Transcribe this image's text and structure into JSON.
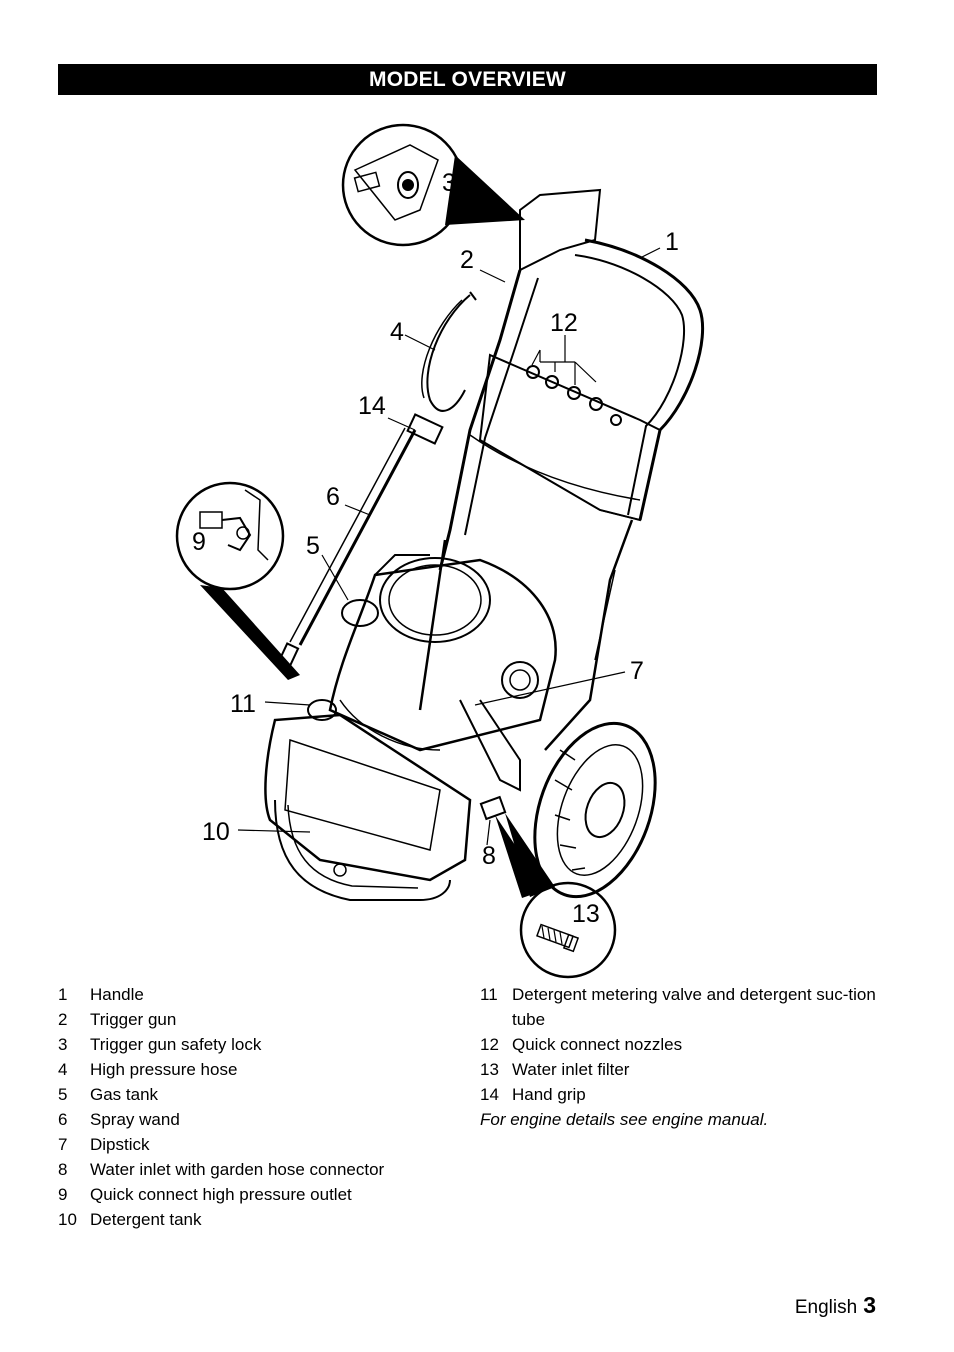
{
  "header": {
    "title": "MODEL OVERVIEW"
  },
  "callouts": [
    "1",
    "2",
    "3",
    "4",
    "5",
    "6",
    "7",
    "8",
    "9",
    "10",
    "11",
    "12",
    "13",
    "14"
  ],
  "parts_left": [
    {
      "num": "1",
      "label": "Handle"
    },
    {
      "num": "2",
      "label": "Trigger gun"
    },
    {
      "num": "3",
      "label": "Trigger gun safety lock"
    },
    {
      "num": "4",
      "label": "High pressure hose"
    },
    {
      "num": "5",
      "label": "Gas tank"
    },
    {
      "num": "6",
      "label": "Spray wand"
    },
    {
      "num": "7",
      "label": "Dipstick"
    },
    {
      "num": "8",
      "label": "Water inlet with garden hose connector"
    },
    {
      "num": "9",
      "label": "Quick connect high pressure outlet"
    },
    {
      "num": "10",
      "label": "Detergent tank"
    }
  ],
  "parts_right": [
    {
      "num": "11",
      "label": "Detergent metering valve and detergent suc-tion tube"
    },
    {
      "num": "12",
      "label": "Quick connect nozzles"
    },
    {
      "num": "13",
      "label": "Water inlet filter"
    },
    {
      "num": "14",
      "label": "Hand grip"
    }
  ],
  "note": "For engine details see engine manual.",
  "footer": {
    "language": "English",
    "page": "3"
  }
}
